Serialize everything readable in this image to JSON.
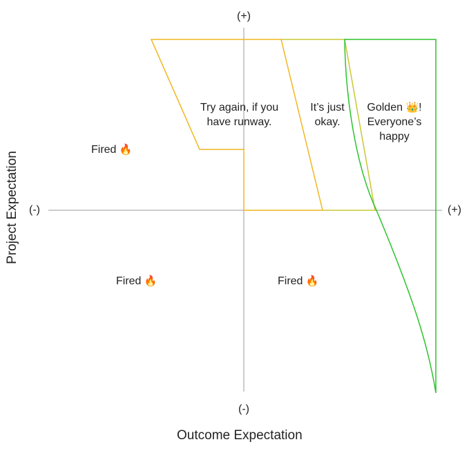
{
  "axes": {
    "x_title": "Outcome Expectation",
    "y_title": "Project Expectation",
    "x_negative": "(-)",
    "x_positive": "(+)",
    "y_negative": "(-)",
    "y_positive": "(+)"
  },
  "regions": {
    "try_again_line1": "Try again, if you",
    "try_again_line2": "have runway.",
    "okay_line1": "It’s just",
    "okay_line2": "okay.",
    "golden_line1_text": "Golden",
    "golden_line1_suffix": "!",
    "golden_line2": "Everyone’s",
    "golden_line3": "happy",
    "fired_upper_left": "Fired",
    "fired_lower_left": "Fired",
    "fired_lower_right": "Fired"
  },
  "icons": {
    "fire": "🔥",
    "crown": "👑"
  },
  "colors": {
    "axis": "#999999",
    "zone_orange": "#F1B61F",
    "zone_olive": "#C8C832",
    "zone_green": "#2DC22D",
    "text": "#222222"
  }
}
